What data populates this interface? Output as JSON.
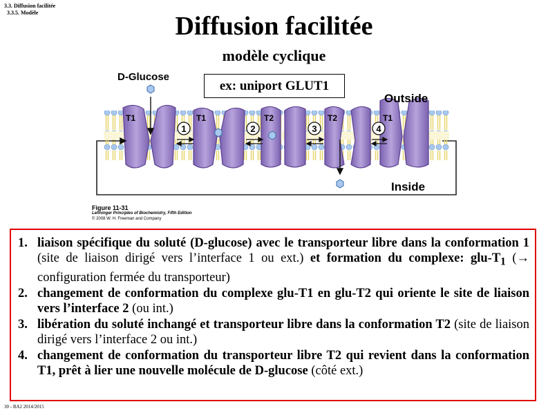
{
  "breadcrumb": [
    "3.3. Diffusion facilitée",
    "3.3.5. Modèle"
  ],
  "title": "Diffusion facilitée",
  "subtitle": "modèle cyclique",
  "example_box": "ex: uniport GLUT1",
  "figure": {
    "glucose_label": "D-Glucose",
    "outside_label": "Outside",
    "inside_label": "Inside",
    "transporter_labels": [
      "T1",
      "T1",
      "T2",
      "T2",
      "T1"
    ],
    "step_numbers": [
      "1",
      "2",
      "3",
      "4"
    ],
    "caption_title": "Figure 11-31",
    "caption_book": "Lehninger Principles of Biochemistry, Fifth Edition",
    "caption_copyright": "© 2008 W. H. Freeman and Company"
  },
  "steps": [
    {
      "num": "1.",
      "parts": [
        {
          "t": "liaison spécifique du soluté (D-glucose) avec le transporteur libre dans la conformation 1",
          "b": true
        },
        {
          "t": " (site de liaison dirigé vers l’interface 1 ou ext.) ",
          "b": false
        },
        {
          "t": "et formation du complexe: glu-T",
          "b": true
        },
        {
          "t": "1",
          "b": true,
          "sub": true
        },
        {
          "t": " (→ configuration fermée du transporteur)",
          "b": false
        }
      ]
    },
    {
      "num": "2.",
      "parts": [
        {
          "t": "changement de conformation du complexe glu-T1 en glu-T2 qui oriente le site de liaison vers l’interface 2",
          "b": true
        },
        {
          "t": " (ou int.)",
          "b": false
        }
      ]
    },
    {
      "num": "3.",
      "parts": [
        {
          "t": "libération du soluté inchangé et transporteur libre dans la conformation T2",
          "b": true
        },
        {
          "t": " (site de liaison dirigé vers l’interface 2 ou int.)",
          "b": false
        }
      ]
    },
    {
      "num": "4.",
      "parts": [
        {
          "t": "changement de conformation du transporteur libre T2 qui revient dans la conformation T1, prêt à lier une nouvelle molécule de D-glucose",
          "b": true
        },
        {
          "t": " (côté ext.)",
          "b": false
        }
      ]
    }
  ],
  "footer": "30 - BA2 2014/2015",
  "colors": {
    "frame_border": "#e00000",
    "protein_fill": "#9b82c8",
    "protein_stroke": "#5a3f8f",
    "lipid_head": "#a8c8ee",
    "lipid_tail": "#f2e58c",
    "glucose": "#a8c8ee"
  }
}
